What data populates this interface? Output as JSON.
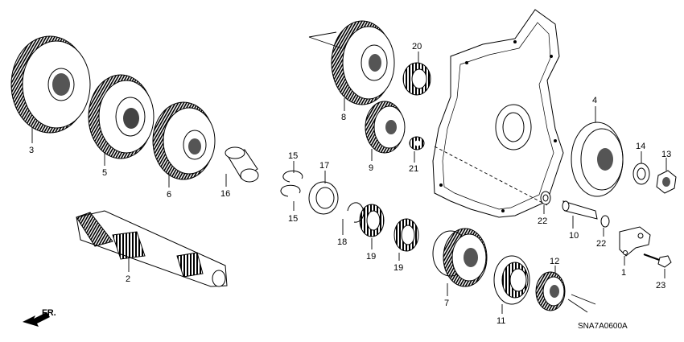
{
  "diagram_code": "SNA7A0600A",
  "direction_label": "FR.",
  "parts": [
    {
      "id": "p3",
      "number": "3"
    },
    {
      "id": "p5",
      "number": "5"
    },
    {
      "id": "p6",
      "number": "6"
    },
    {
      "id": "p16",
      "number": "16"
    },
    {
      "id": "p2",
      "number": "2"
    },
    {
      "id": "p8",
      "number": "8"
    },
    {
      "id": "p20",
      "number": "20"
    },
    {
      "id": "p9",
      "number": "9"
    },
    {
      "id": "p21",
      "number": "21"
    },
    {
      "id": "p4",
      "number": "4"
    },
    {
      "id": "p14",
      "number": "14"
    },
    {
      "id": "p13",
      "number": "13"
    },
    {
      "id": "p15a",
      "number": "15"
    },
    {
      "id": "p15b",
      "number": "15"
    },
    {
      "id": "p17",
      "number": "17"
    },
    {
      "id": "p18",
      "number": "18"
    },
    {
      "id": "p19a",
      "number": "19"
    },
    {
      "id": "p19b",
      "number": "19"
    },
    {
      "id": "p22a",
      "number": "22"
    },
    {
      "id": "p22b",
      "number": "22"
    },
    {
      "id": "p10",
      "number": "10"
    },
    {
      "id": "p7",
      "number": "7"
    },
    {
      "id": "p11",
      "number": "11"
    },
    {
      "id": "p12",
      "number": "12"
    },
    {
      "id": "p1",
      "number": "1"
    },
    {
      "id": "p23",
      "number": "23"
    }
  ]
}
